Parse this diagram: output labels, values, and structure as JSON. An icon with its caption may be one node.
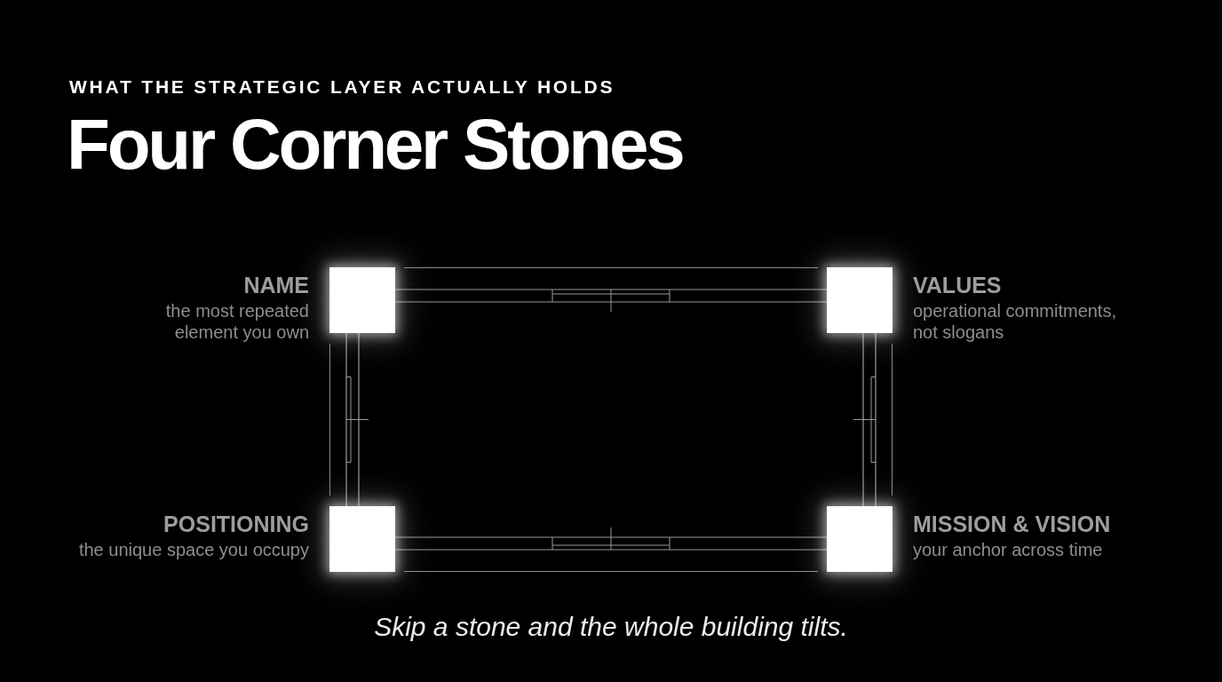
{
  "diagram": {
    "title": "Four Corner Stones",
    "caption": "Skip a stone and the whole building tilts.",
    "nodes": [
      {
        "text": [],
        "shape": "box",
        "beside": [
          "NAME",
          "the most repeated element you own"
        ]
      },
      {
        "text": [],
        "shape": "box",
        "beside": [
          "VALUES",
          "operational commitments, not slogans"
        ]
      },
      {
        "text": [],
        "shape": "box",
        "beside": [
          "POSITIONING",
          "the unique space you occupy"
        ]
      },
      {
        "text": [],
        "shape": "box",
        "beside": [
          "MISSION & VISION",
          "your anchor across time"
        ]
      }
    ],
    "edges": [
      {
        "from": 0,
        "to": 1,
        "arrow": "none"
      },
      {
        "from": 0,
        "to": 2,
        "arrow": "none"
      },
      {
        "from": 1,
        "to": 3,
        "arrow": "none"
      },
      {
        "from": 2,
        "to": 3,
        "arrow": "none"
      }
    ],
    "labels": [
      "WHAT THE STRATEGIC LAYER ACTUALLY HOLDS"
    ]
  }
}
